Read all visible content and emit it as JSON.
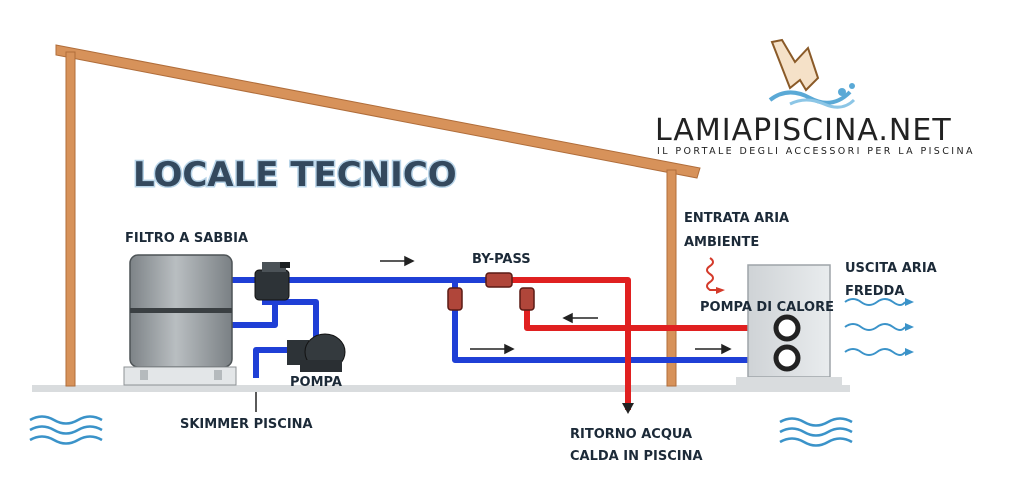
{
  "diagram": {
    "title": "LOCALE TECNICO",
    "labels": {
      "filter": "FILTRO A SABBIA",
      "bypass": "BY-PASS",
      "pump": "POMPA",
      "skimmer": "SKIMMER PISCINA",
      "air_in_1": "ENTRATA ARIA",
      "air_in_2": "AMBIENTE",
      "heat_pump": "POMPA DI CALORE",
      "air_out_1": "USCITA ARIA",
      "air_out_2": "FREDDA",
      "return_1": "RITORNO ACQUA",
      "return_2": "CALDA IN PISCINA"
    }
  },
  "brand": {
    "name": "LAMIAPISCINA.NET",
    "tagline": "IL PORTALE DEGLI ACCESSORI PER LA PISCINA"
  },
  "colors": {
    "cold_pipe": "#1f3fd6",
    "hot_pipe": "#e02020",
    "roof_frame": "#d7925a",
    "equipment": "#9aa0a4"
  },
  "icons": [
    "wave-icon",
    "arrow-icon",
    "cursor-logo-icon",
    "air-wave-icon"
  ]
}
